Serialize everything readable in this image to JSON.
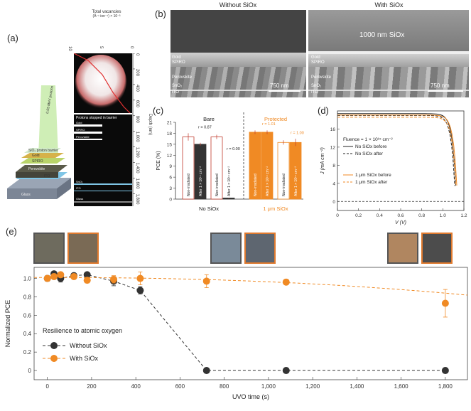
{
  "panels": {
    "a": "(a)",
    "b": "(b)",
    "c": "(c)",
    "d": "(d)",
    "e": "(e)"
  },
  "panel_a": {
    "top_axis_title": "Total vacancies",
    "top_axis_units": "(Å⁻¹ ion⁻¹) × 10⁻³",
    "top_ticks": [
      "10",
      "5",
      "0"
    ],
    "depth_label": "Depth (nm)",
    "depth_ticks": [
      "0",
      "200",
      "400",
      "600",
      "800",
      "1,000",
      "1,200",
      "1,400",
      "1,600",
      "1,800"
    ],
    "stopped_text": "Protons stopped in barrier",
    "layer_labels": [
      "Gold",
      "SPIRO",
      "Perovskite",
      "SnO₂",
      "ITO",
      "Glass"
    ],
    "device_labels": {
      "protons": "0.05 MeV protons",
      "barrier": "SiO₂ proton barrier",
      "gold": "Gold",
      "spiro": "SPIRO",
      "perovskite": "Perovskite",
      "ito": "ITO",
      "glass": "Glass"
    }
  },
  "panel_b": {
    "left_title": "Without SiOx",
    "right_title": "With SiOx",
    "oxide_label": "1000 nm SiOx",
    "layers_left": [
      "Gold",
      "SPIRO",
      "Perovskite",
      "SnO₂",
      "ITO"
    ],
    "layers_right": [
      "Gold",
      "SPIRO",
      "Perovskite",
      "SnO₂",
      "ITO"
    ],
    "scale_left": "750 nm",
    "scale_right": "750 nm"
  },
  "chart_c": {
    "type": "bar",
    "ylabel": "PCE (%)",
    "ylim": [
      0,
      21
    ],
    "yticks": [
      0,
      3,
      6,
      9,
      12,
      15,
      18,
      21
    ],
    "group_titles": [
      "Bare",
      "Protected"
    ],
    "group_xlabels": [
      "No SiOx",
      "1 μm SiOx"
    ],
    "bars": [
      {
        "label": "Non-irradiated",
        "value": 17.0,
        "err": 1.0,
        "color": "#ffffff",
        "edge": "#c0392b",
        "group": 0
      },
      {
        "label": "After 1 × 10¹⁵ cm⁻²",
        "value": 15.0,
        "err": 0.4,
        "color": "#333333",
        "edge": "#333333",
        "group": 0
      },
      {
        "label": "Non-irradiated",
        "value": 17.0,
        "err": 0.6,
        "color": "#ffffff",
        "edge": "#c0392b",
        "group": 0
      },
      {
        "label": "After 1 × 10¹⁶ cm⁻²",
        "value": 0.3,
        "err": 0.1,
        "color": "#333333",
        "edge": "#333333",
        "group": 0
      },
      {
        "label": "Non-irradiated",
        "value": 18.3,
        "err": 0.5,
        "color": "#f08a24",
        "edge": "#f08a24",
        "group": 1
      },
      {
        "label": "After 1 × 10¹⁵ cm⁻²",
        "value": 18.3,
        "err": 0.5,
        "color": "#f08a24",
        "edge": "#f08a24",
        "group": 1
      },
      {
        "label": "Non-irradiated",
        "value": 15.5,
        "err": 0.6,
        "color": "#ffffff",
        "edge": "#f08a24",
        "group": 1
      },
      {
        "label": "After 1 × 10¹⁶ cm⁻²",
        "value": 15.5,
        "err": 1.0,
        "color": "#f08a24",
        "edge": "#f08a24",
        "group": 1
      }
    ],
    "ratios": [
      "r = 0.87",
      "r = 0.00",
      "r = 1.01",
      "r = 1.00"
    ]
  },
  "chart_d": {
    "type": "line",
    "xlabel": "V (V)",
    "ylabel": "J (mA cm⁻²)",
    "xlim": [
      0,
      1.2
    ],
    "ylim": [
      -2,
      20
    ],
    "xticks": [
      0,
      0.2,
      0.4,
      0.6,
      0.8,
      1.0,
      1.2
    ],
    "xtick_labels": [
      "0",
      "0.2",
      "0.4",
      "0.6",
      "0.8",
      "1.0",
      "1.2"
    ],
    "yticks": [
      0,
      4,
      8,
      12,
      16
    ],
    "fluence": "Fluence = 1 × 10¹⁵ cm⁻²",
    "series": [
      {
        "name": "No SiOx before",
        "color": "#222222",
        "dash": false,
        "jsc": 19.4,
        "voc": 1.13
      },
      {
        "name": "No SiOx after",
        "color": "#222222",
        "dash": true,
        "jsc": 19.0,
        "voc": 1.12
      },
      {
        "name": "1 μm SiOx before",
        "color": "#f08a24",
        "dash": false,
        "jsc": 19.1,
        "voc": 1.14
      },
      {
        "name": "1 μm SiOx after",
        "color": "#f08a24",
        "dash": true,
        "jsc": 18.6,
        "voc": 1.13
      }
    ]
  },
  "chart_data": {
    "type": "scatter",
    "xlabel": "UVO time (s)",
    "ylabel": "Normalized PCE",
    "xlim": [
      -60,
      1900
    ],
    "ylim": [
      -0.1,
      1.12
    ],
    "xticks": [
      0,
      200,
      400,
      600,
      800,
      1000,
      1200,
      1400,
      1600,
      1800
    ],
    "xtick_labels": [
      "0",
      "200",
      "400",
      "600",
      "800",
      "1,000",
      "1,200",
      "1,400",
      "1,600",
      "1,800"
    ],
    "yticks": [
      0,
      0.2,
      0.4,
      0.6,
      0.8,
      1.0
    ],
    "ytick_labels": [
      "0",
      "0.2",
      "0.4",
      "0.6",
      "0.8",
      "1.0"
    ],
    "legend_title": "Resilience to atomic oxygen",
    "series": [
      {
        "name": "Without SiOx",
        "color": "#333333",
        "x": [
          0,
          30,
          60,
          120,
          180,
          300,
          420,
          720,
          1080,
          1800
        ],
        "y": [
          1.0,
          1.05,
          1.0,
          1.03,
          1.04,
          0.97,
          0.87,
          0,
          0,
          0
        ],
        "err": [
          0.03,
          0.02,
          0.04,
          0.03,
          0.02,
          0.05,
          0.04,
          0.0,
          0.0,
          0.0
        ]
      },
      {
        "name": "With SiOx",
        "color": "#f08a24",
        "x": [
          0,
          30,
          60,
          120,
          180,
          300,
          420,
          720,
          1080,
          1800
        ],
        "y": [
          1.0,
          1.02,
          1.04,
          1.02,
          0.98,
          0.99,
          1.0,
          0.97,
          0.96,
          0.73
        ],
        "err": [
          0.03,
          0.03,
          0.03,
          0.03,
          0.03,
          0.04,
          0.07,
          0.07,
          0.03,
          0.15
        ]
      }
    ]
  }
}
